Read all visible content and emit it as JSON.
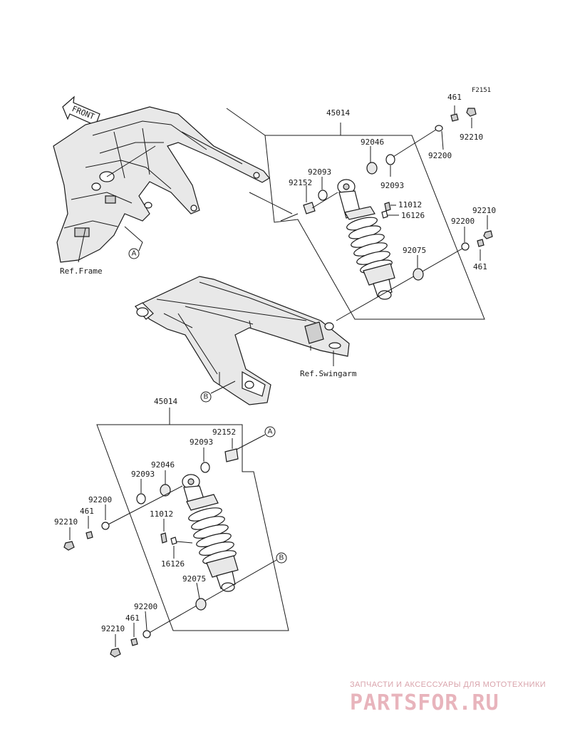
{
  "diagram_code": "F2151",
  "front_label": "FRONT",
  "refs": {
    "frame": "Ref.Frame",
    "swingarm": "Ref.Swingarm",
    "a": "A",
    "b": "B"
  },
  "upper_assembly": {
    "number": "45014",
    "parts": {
      "p461_top": "461",
      "p92210_top": "92210",
      "p92200_top": "92200",
      "p92046": "92046",
      "p92093_a": "92093",
      "p92093_b": "92093",
      "p92152": "92152",
      "p11012": "11012",
      "p16126": "16126",
      "p92210_right": "92210",
      "p92200_right": "92200",
      "p461_right": "461",
      "p92075": "92075"
    }
  },
  "lower_assembly": {
    "number": "45014",
    "parts": {
      "p92152": "92152",
      "p92093_top": "92093",
      "p92046": "92046",
      "p92093_left": "92093",
      "p92200_left": "92200",
      "p461_left": "461",
      "p92210_left": "92210",
      "p11012": "11012",
      "p16126": "16126",
      "p92075": "92075",
      "p92200_bottom": "92200",
      "p461_bottom": "461",
      "p92210_bottom": "92210"
    }
  },
  "watermark": {
    "tagline": "ЗАПЧАСТИ И АКСЕССУАРЫ ДЛЯ МОТОТЕХНИКИ",
    "brand": "PARTSFOR.RU"
  }
}
